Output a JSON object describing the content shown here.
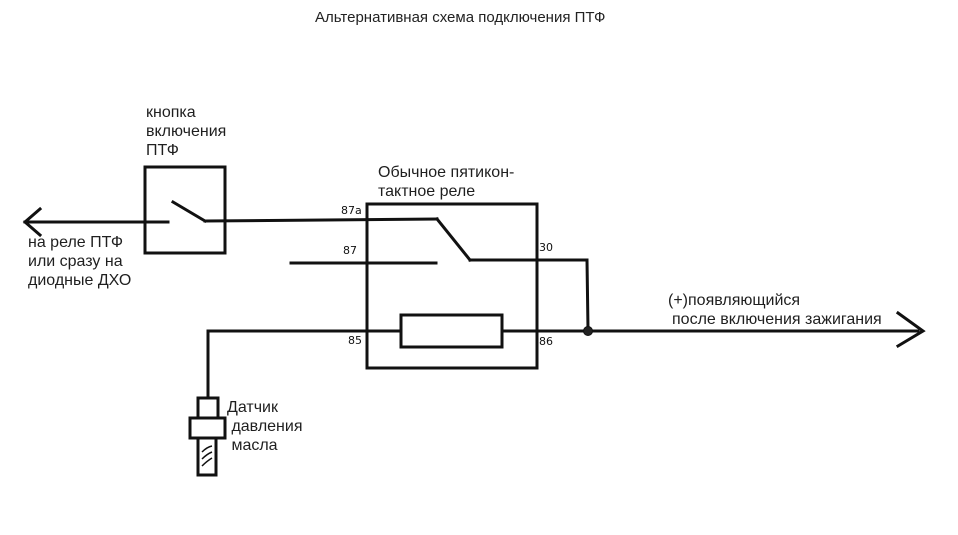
{
  "title": "Альтернативная схема подключения ПТФ",
  "labels": {
    "button": "кнопка\nвключения\nПТФ",
    "relay": "Обычное пятикон-\nтактное реле",
    "left_output": "на реле ПТФ\nили сразу на\nдиодные ДХО",
    "right_input_line1": "(+)появляющийся",
    "right_input_line2": "после включения зажигания",
    "sensor": "Датчик\n давления\n масла"
  },
  "pins": {
    "p87a": "87a",
    "p87": "87",
    "p30": "30",
    "p85": "85",
    "p86": "86"
  },
  "colors": {
    "line": "#111111",
    "background": "#ffffff"
  }
}
